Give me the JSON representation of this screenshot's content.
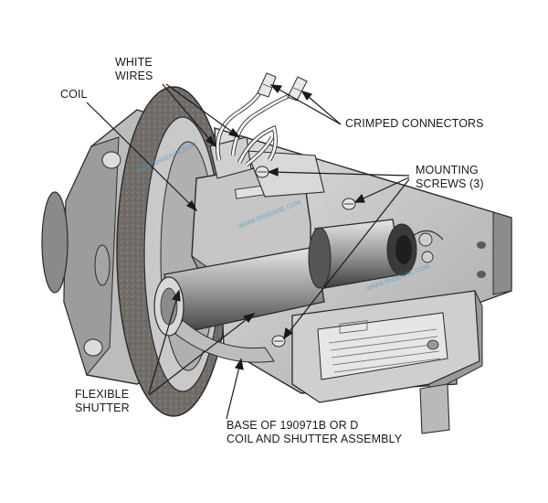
{
  "labels": {
    "coil": "COIL",
    "white_wires": [
      "WHITE",
      "WIRES"
    ],
    "crimped_connectors": "CRIMPED CONNECTORS",
    "mounting_screws": [
      "MOUNTING",
      "SCREWS (3)"
    ],
    "flexible_shutter": [
      "FLEXIBLE",
      "SHUTTER"
    ],
    "base_assembly": [
      "BASE OF 190971B OR D",
      "COIL AND SHUTTER ASSEMBLY"
    ]
  },
  "watermark": "WWW.BNSENSE.COM",
  "colors": {
    "metal_light": "#d4d4d4",
    "metal_mid": "#b3b3b3",
    "metal_dark": "#7e7e7e",
    "gasket": "#6e6a66",
    "outline": "#2b2b2b",
    "label_plate": "#e6e6e6",
    "watermark": "#4a9fd0"
  }
}
